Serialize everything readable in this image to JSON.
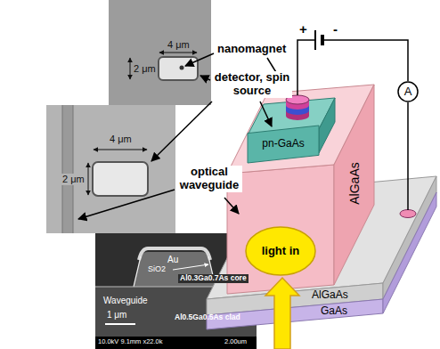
{
  "diagram": {
    "nodes": [
      {
        "text": [
          "A"
        ]
      },
      {
        "text": [
          "pn-GaAs"
        ]
      },
      {
        "text": [
          "light in"
        ]
      }
    ],
    "labels": [
      "4 μm",
      "2 μm",
      "4 μm",
      "2 μm",
      "nanomagnet",
      "detector, spin source",
      "optical waveguide",
      "AlGaAs",
      "AlGaAs",
      "GaAs",
      "+",
      "-",
      "Au",
      "SiO2",
      "Al0.3Ga0.7As core",
      "Waveguide",
      "Al0.5Ga0.5As clad",
      "1 μm",
      "10.0kV 9.1mm x22.0k",
      "2.00um"
    ]
  }
}
